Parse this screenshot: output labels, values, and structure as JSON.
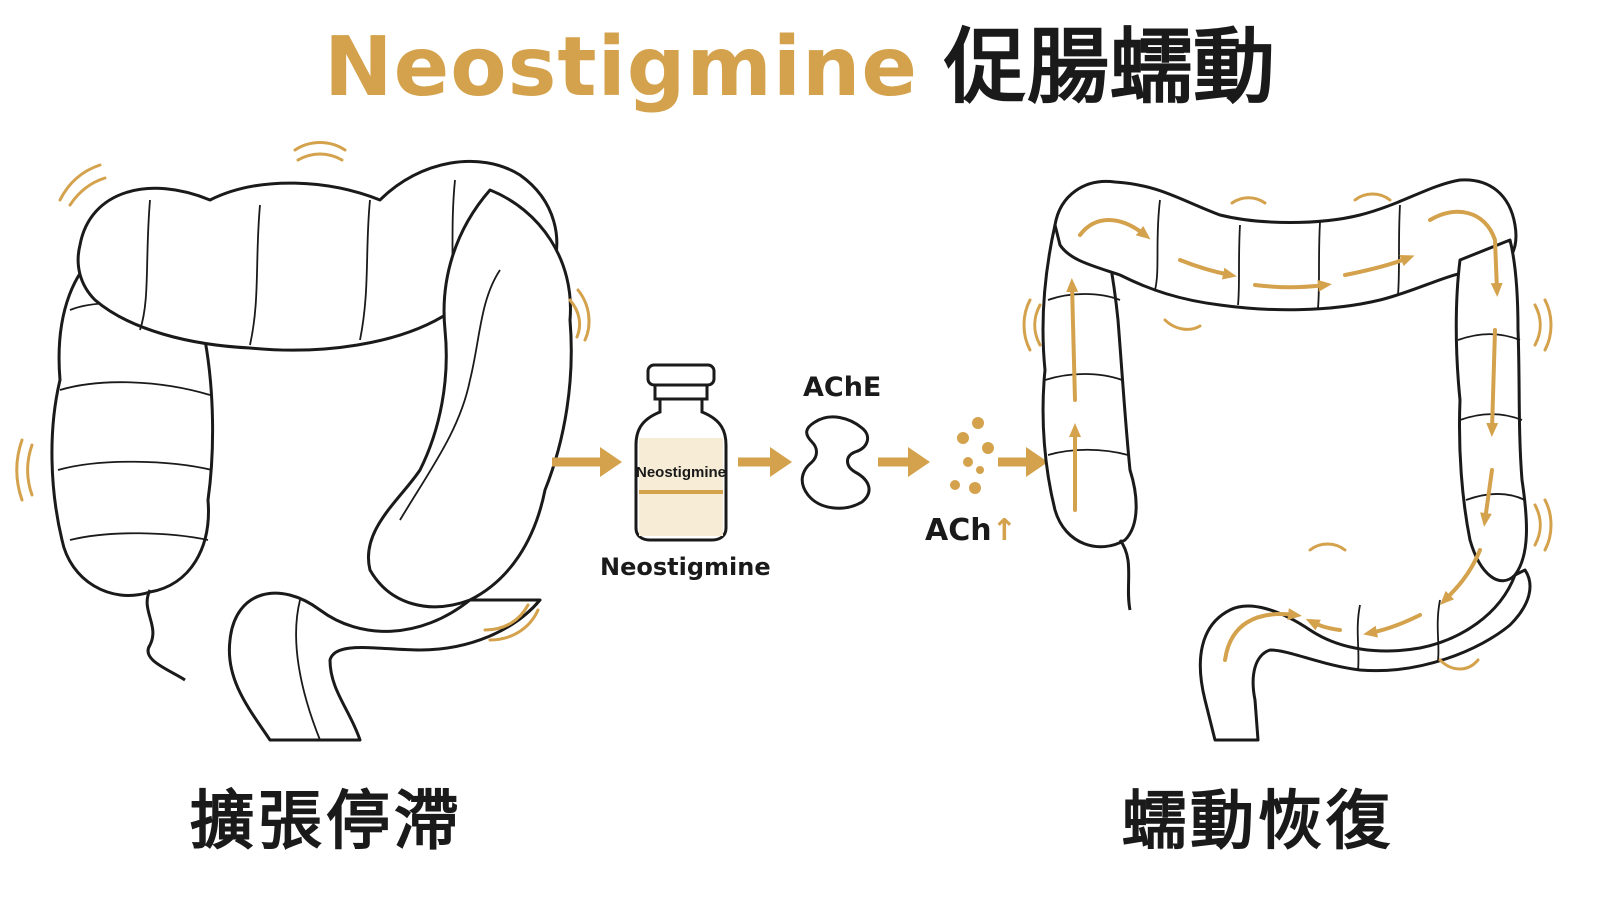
{
  "title": {
    "english": "Neostigmine",
    "chinese": "促腸蠕動"
  },
  "captions": {
    "left": "擴張停滯",
    "right": "蠕動恢復"
  },
  "drug": {
    "vial_label": "Neostigmine",
    "name": "Neostigmine"
  },
  "enzyme": {
    "label": "AChE"
  },
  "neurotransmitter": {
    "label": "ACh",
    "arrow": "↑"
  },
  "colors": {
    "accent": "#d4a24c",
    "ink": "#1a1a1a"
  },
  "icons": [
    "dilated-colon-illustration",
    "vial-icon",
    "ache-enzyme-icon",
    "ach-molecules-icon",
    "contracting-colon-illustration"
  ]
}
